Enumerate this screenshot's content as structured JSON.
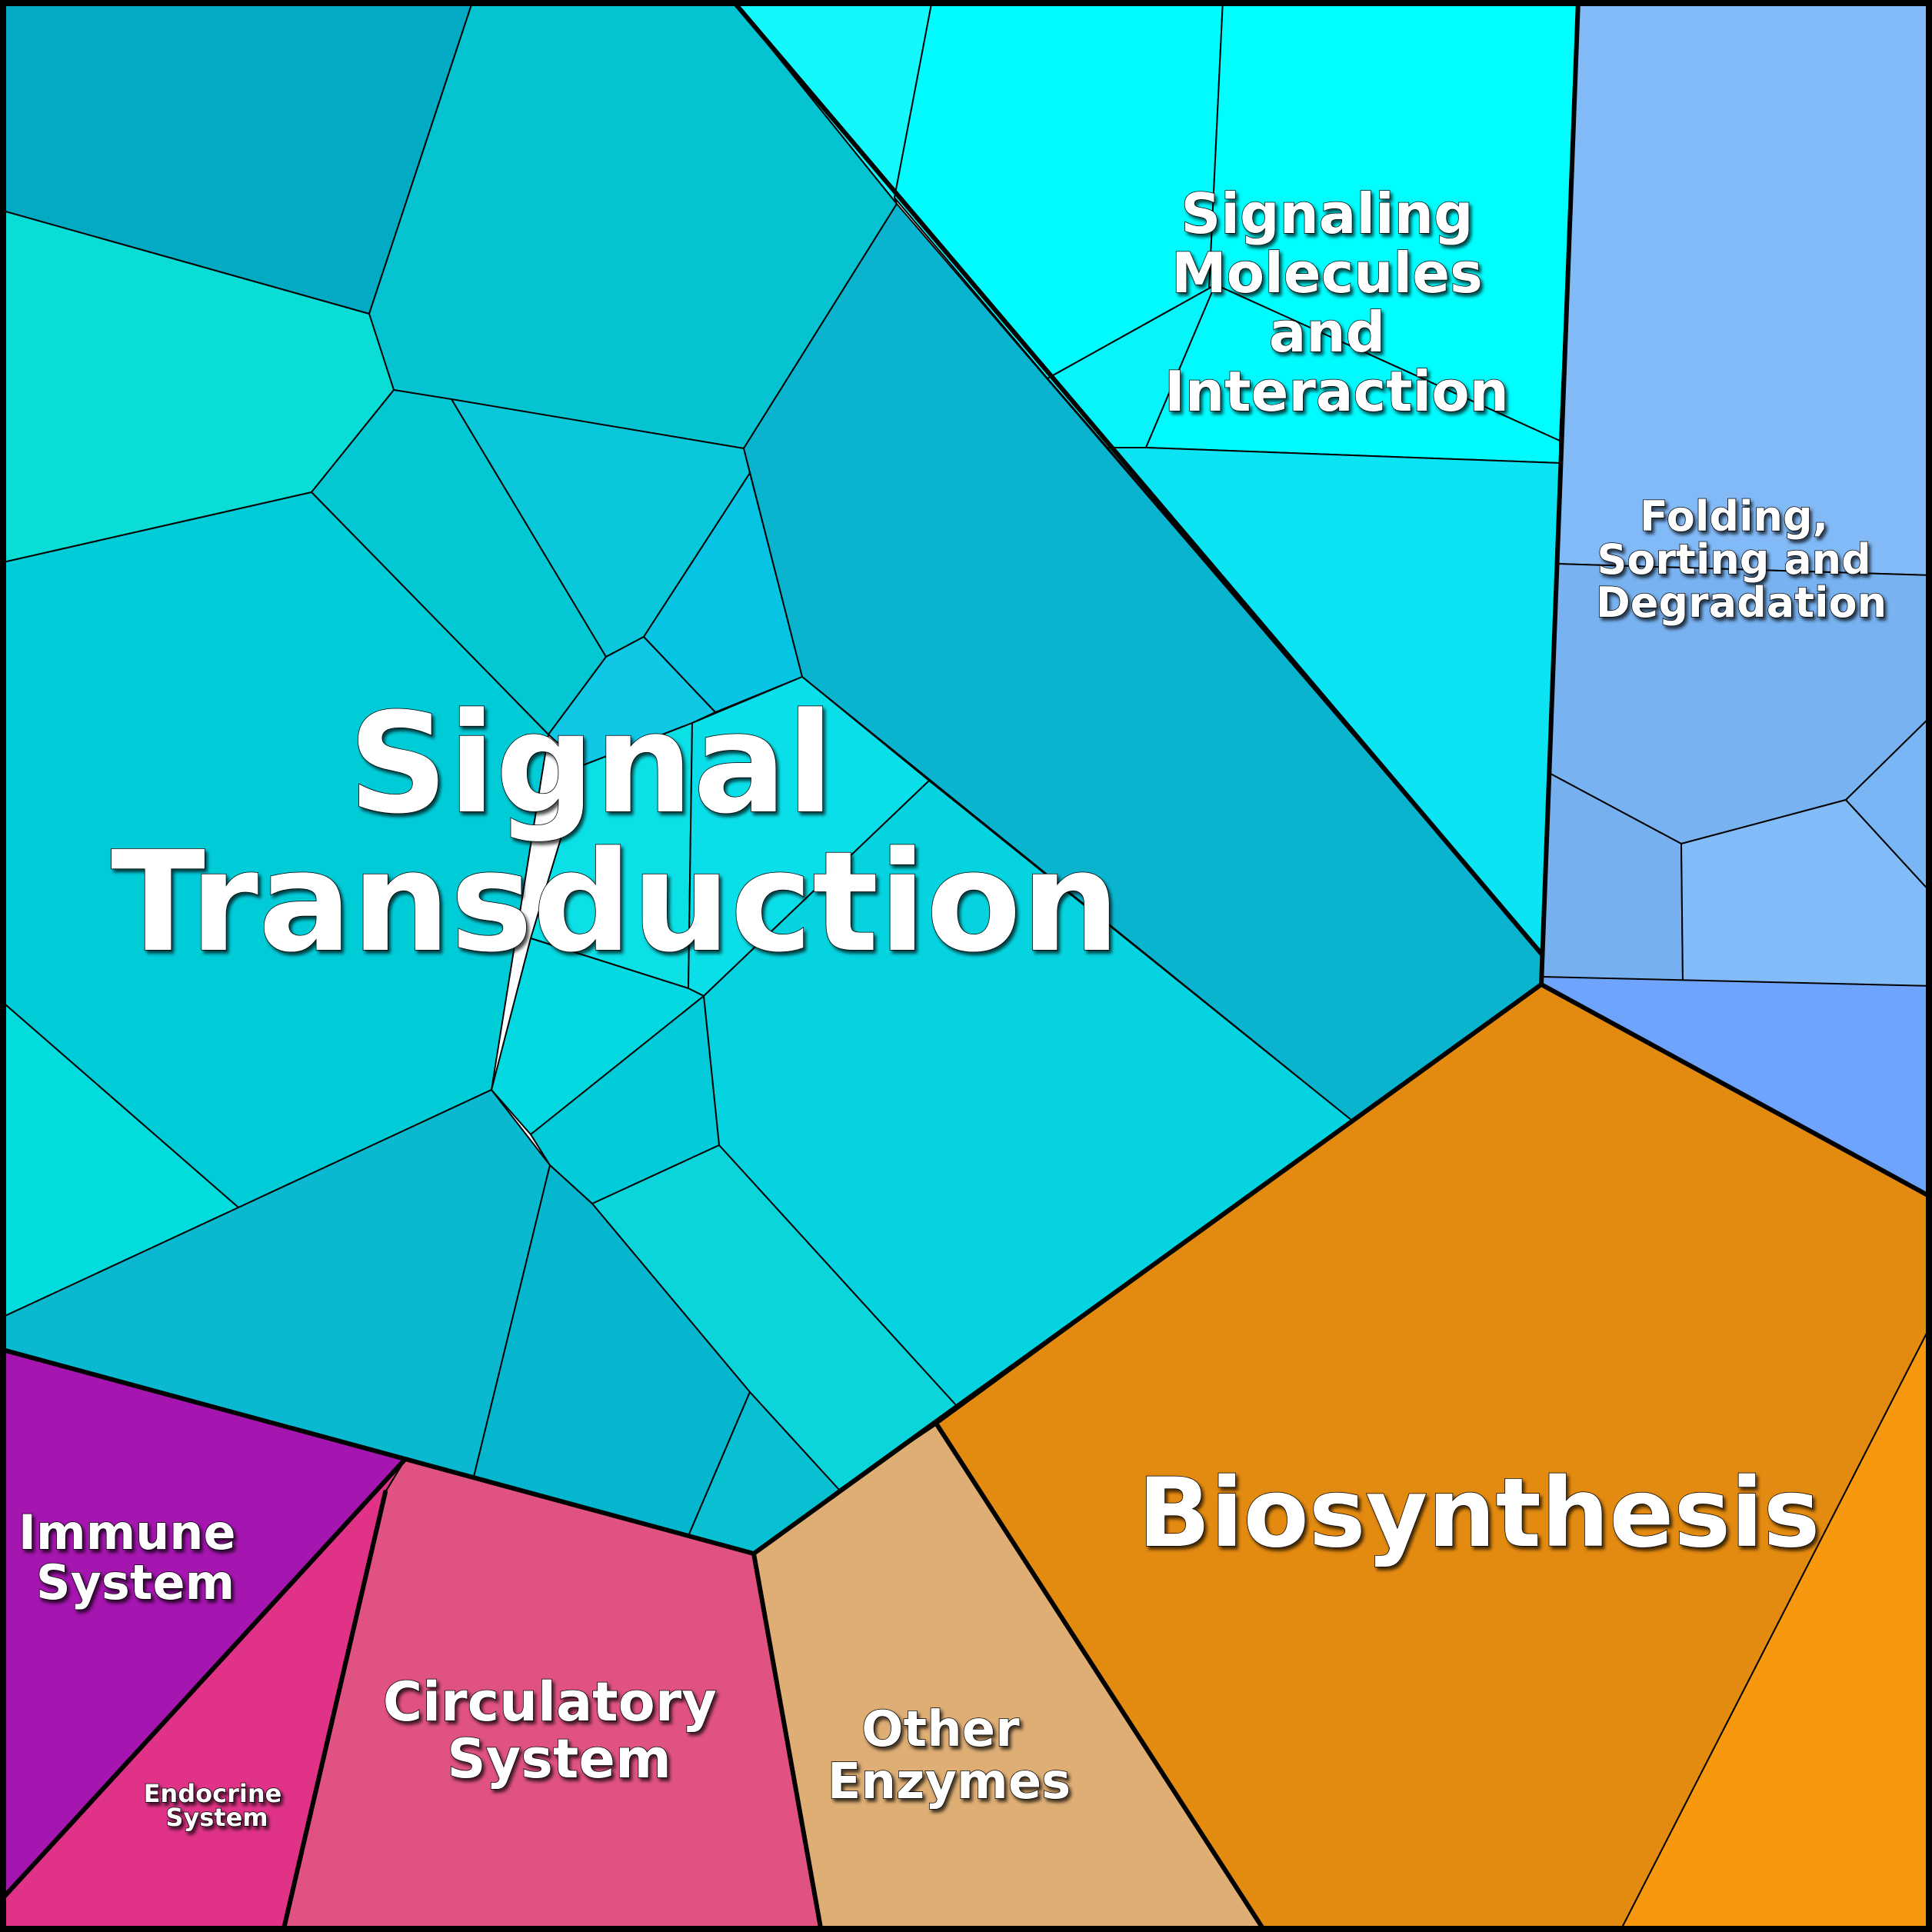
{
  "title": "",
  "categories": [
    {
      "key": "signal_transduction",
      "name": "Signal Transduction",
      "color": "#06c9d6"
    },
    {
      "key": "signaling_molecules",
      "name": "Signaling Molecules and Interaction",
      "color": "#00ffff"
    },
    {
      "key": "folding",
      "name": "Folding, Sorting and Degradation",
      "color": "#80b8f8"
    },
    {
      "key": "biosynthesis",
      "name": "Biosynthesis",
      "color": "#e38a10"
    },
    {
      "key": "other_enzymes",
      "name": "Other Enzymes",
      "color": "#deae74"
    },
    {
      "key": "circulatory",
      "name": "Circulatory System",
      "color": "#e05282"
    },
    {
      "key": "endocrine",
      "name": "Endocrine System",
      "color": "#e03388"
    },
    {
      "key": "immune",
      "name": "Immune System",
      "color": "#a515b0"
    }
  ],
  "labels": {
    "signal_transduction": [
      "Signal",
      "Transduction"
    ],
    "signaling_molecules": [
      "Signaling",
      "Molecules",
      "and",
      "Interaction"
    ],
    "folding": [
      "Folding,",
      "Sorting and",
      "Degradation"
    ],
    "biosynthesis": [
      "Biosynthesis"
    ],
    "other_enzymes": [
      "Other",
      "Enzymes"
    ],
    "circulatory": [
      "Circulatory",
      "System"
    ],
    "endocrine": [
      "Endocrine",
      "System"
    ],
    "immune": [
      "Immune",
      "System"
    ]
  }
}
